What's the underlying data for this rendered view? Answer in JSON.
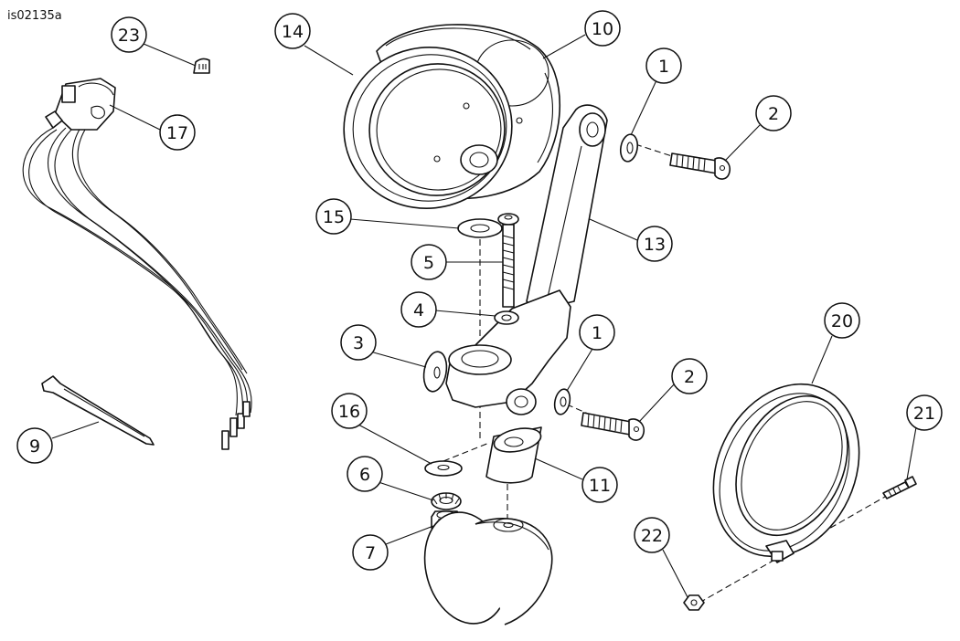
{
  "figure": {
    "id": "is02135a"
  },
  "callouts": [
    {
      "key": "c23",
      "label": "23"
    },
    {
      "key": "c17",
      "label": "17"
    },
    {
      "key": "c14",
      "label": "14"
    },
    {
      "key": "c10",
      "label": "10"
    },
    {
      "key": "c1a",
      "label": "1"
    },
    {
      "key": "c2a",
      "label": "2"
    },
    {
      "key": "c15",
      "label": "15"
    },
    {
      "key": "c13",
      "label": "13"
    },
    {
      "key": "c5",
      "label": "5"
    },
    {
      "key": "c4",
      "label": "4"
    },
    {
      "key": "c3",
      "label": "3"
    },
    {
      "key": "c1b",
      "label": "1"
    },
    {
      "key": "c2b",
      "label": "2"
    },
    {
      "key": "c20",
      "label": "20"
    },
    {
      "key": "c16",
      "label": "16"
    },
    {
      "key": "c21",
      "label": "21"
    },
    {
      "key": "c6",
      "label": "6"
    },
    {
      "key": "c11",
      "label": "11"
    },
    {
      "key": "c9",
      "label": "9"
    },
    {
      "key": "c22",
      "label": "22"
    },
    {
      "key": "c7",
      "label": "7"
    }
  ]
}
